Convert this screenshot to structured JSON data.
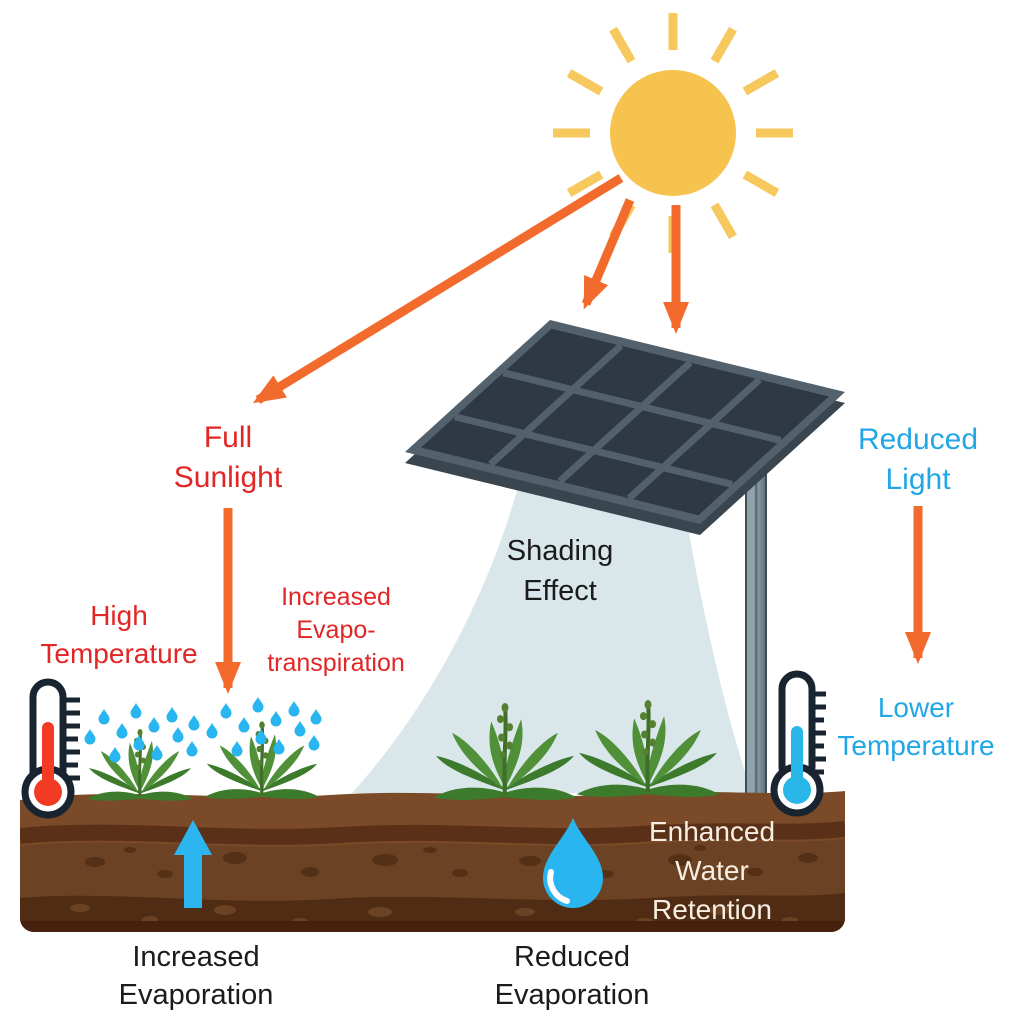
{
  "title": "Agrivoltaic shading effect diagram",
  "labels": {
    "full_sunlight": "Full\nSunlight",
    "reduced_light": "Reduced\nLight",
    "shading_effect": "Shading\nEffect",
    "high_temperature": "High\nTemperature",
    "increased_evapotranspiration": "Increased\nEvapo-\ntranspiration",
    "lower_temperature": "Lower\nTemperature",
    "enhanced_water_retention": "Enhanced\nWater\nRetention",
    "increased_evaporation": "Increased\nEvaporation",
    "reduced_evaporation": "Reduced\nEvaporation"
  },
  "colors": {
    "red_label": "#E22525",
    "blue_label": "#21A7E5",
    "dark_label": "#1B1B1B",
    "light_label": "#F8EFE2",
    "arrow_orange": "#F26A2C",
    "sun": "#F6C44E",
    "sun_ray": "#F6C85E",
    "cone": "#D9E7EA",
    "panel_frame": "#53616C",
    "panel_cell": "#2E3945",
    "panel_edge": "#39454F",
    "soil_top": "#7B4A28",
    "soil_band": "#5A3118",
    "soil_mid": "#6B4223",
    "soil_low": "#4F2C13",
    "soil_bottom": "#46220E",
    "water": "#29B6F0",
    "thermo_hot": "#F23B22",
    "thermo_cold": "#29B7E9",
    "thermo_outline": "#192431",
    "plant_green": "#4F9038",
    "evaporation_arrow": "#2CB5EE"
  },
  "icons": {
    "sun": "sun-icon",
    "solar_panel": "solar-panel-icon",
    "shade_cone": "shade-cone",
    "sun_arrows": "sunlight-arrow-icon",
    "thermometer_hot": "thermometer-hot-icon",
    "thermometer_cold": "thermometer-cold-icon",
    "plant": "plant-icon",
    "droplets": "evapotranspiration-droplets-icon",
    "water_drop": "water-drop-icon",
    "up_arrow": "evaporation-up-arrow-icon"
  }
}
